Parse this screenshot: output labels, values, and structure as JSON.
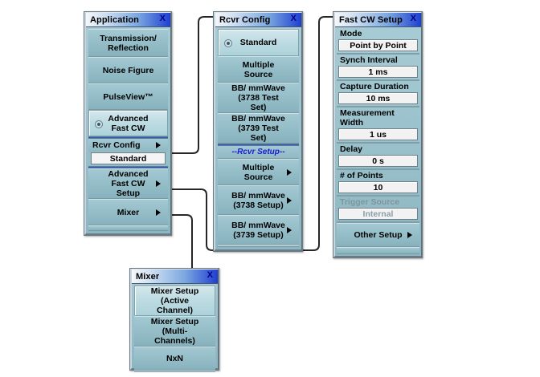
{
  "meta": {
    "colors": {
      "panel_bg": "#8fb8c4",
      "titlebar_start": "#f4f7fa",
      "titlebar_end": "#1f3fd0",
      "accent_blue": "#2b4fae",
      "section_text": "#1a1ad0",
      "disabled_text": "#7e959c"
    }
  },
  "panels": {
    "application": {
      "title": "Application",
      "close_label": "X",
      "items": [
        {
          "label": "Transmission/\nReflection",
          "selected": false,
          "arrow": false
        },
        {
          "label": "Noise Figure",
          "selected": false,
          "arrow": false
        },
        {
          "label": "PulseView™",
          "selected": false,
          "arrow": false
        },
        {
          "label": "Advanced\nFast CW",
          "selected": true,
          "arrow": false
        }
      ],
      "rcvr_config": {
        "label": "Rcvr Config",
        "arrow": true,
        "value": "Standard"
      },
      "submenus": [
        {
          "label": "Advanced\nFast CW Setup",
          "arrow": true
        },
        {
          "label": "Mixer",
          "arrow": true
        }
      ]
    },
    "rcvr_config": {
      "title": "Rcvr Config",
      "close_label": "X",
      "items": [
        {
          "label": "Standard",
          "selected": true,
          "radio": true,
          "arrow": false
        },
        {
          "label": "Multiple Source",
          "selected": false,
          "arrow": false
        },
        {
          "label": "BB/ mmWave\n(3738 Test Set)",
          "selected": false,
          "arrow": false
        },
        {
          "label": "BB/ mmWave\n(3739 Test Set)",
          "selected": false,
          "arrow": false
        }
      ],
      "section_heading": "--Rcvr Setup--",
      "setup_items": [
        {
          "label": "Multiple Source",
          "arrow": true
        },
        {
          "label": "BB/ mmWave\n(3738 Setup)",
          "arrow": true
        },
        {
          "label": "BB/ mmWave\n(3739 Setup)",
          "arrow": true
        }
      ]
    },
    "fast_cw_setup": {
      "title": "Fast CW Setup",
      "close_label": "X",
      "fields": [
        {
          "label": "Mode",
          "value": "Point by Point",
          "disabled": false
        },
        {
          "label": "Synch Interval",
          "value": "1 ms",
          "disabled": false
        },
        {
          "label": "Capture Duration",
          "value": "10 ms",
          "disabled": false
        },
        {
          "label": "Measurement Width",
          "value": "1 us",
          "disabled": false
        },
        {
          "label": "Delay",
          "value": "0  s",
          "disabled": false
        },
        {
          "label": "# of Points",
          "value": "10",
          "disabled": false
        },
        {
          "label": "Trigger Source",
          "value": "Internal",
          "disabled": true
        }
      ],
      "other_setup": {
        "label": "Other Setup",
        "arrow": true
      }
    },
    "mixer": {
      "title": "Mixer",
      "close_label": "X",
      "items": [
        {
          "label": "Mixer Setup\n(Active Channel)",
          "selected": true,
          "arrow": false
        },
        {
          "label": "Mixer Setup\n(Multi-Channels)",
          "selected": false,
          "arrow": false
        },
        {
          "label": "NxN",
          "selected": false,
          "arrow": false
        }
      ]
    }
  }
}
